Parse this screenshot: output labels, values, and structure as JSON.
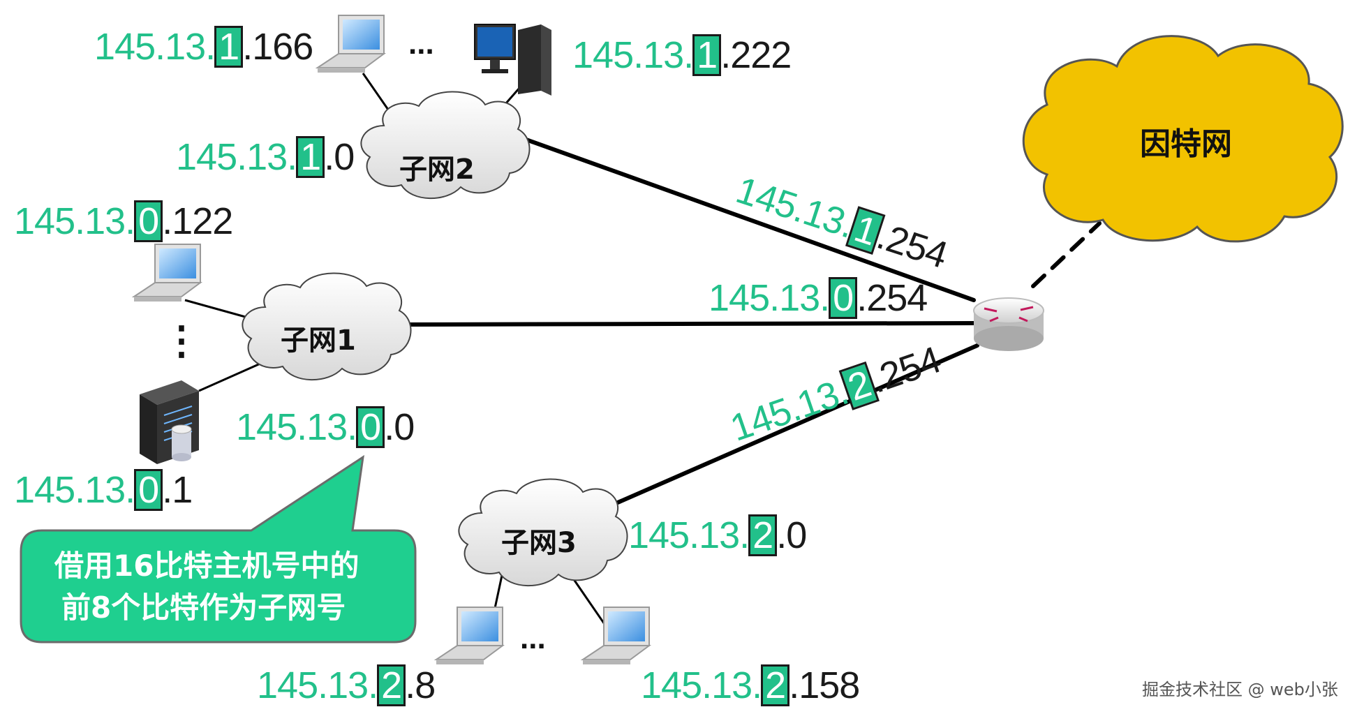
{
  "internet": {
    "label": "因特网"
  },
  "subnets": {
    "subnet1": {
      "label": "子网1",
      "network": "145.13.0.0",
      "gateway": "145.13.0.254",
      "hosts": [
        "145.13.0.122",
        "145.13.0.1"
      ]
    },
    "subnet2": {
      "label": "子网2",
      "network": "145.13.1.0",
      "gateway": "145.13.1.254",
      "hosts": [
        "145.13.1.166",
        "145.13.1.222"
      ]
    },
    "subnet3": {
      "label": "子网3",
      "network": "145.13.2.0",
      "gateway": "145.13.2.254",
      "hosts": [
        "145.13.2.8",
        "145.13.2.158"
      ]
    }
  },
  "ellipsis": {
    "h": "...",
    "v": "⋮"
  },
  "callout": {
    "line1": "借用16比特主机号中的",
    "line2": "前8个比特作为子网号"
  },
  "colors": {
    "green": "#22c08a",
    "cloud_internet": "#f2c200",
    "callout_bg": "#1fcf8f"
  },
  "watermark": "掘金技术社区 @ web小张",
  "icons": [
    "laptop-icon",
    "desktop-computer-icon",
    "server-icon",
    "router-icon",
    "cloud-icon"
  ]
}
